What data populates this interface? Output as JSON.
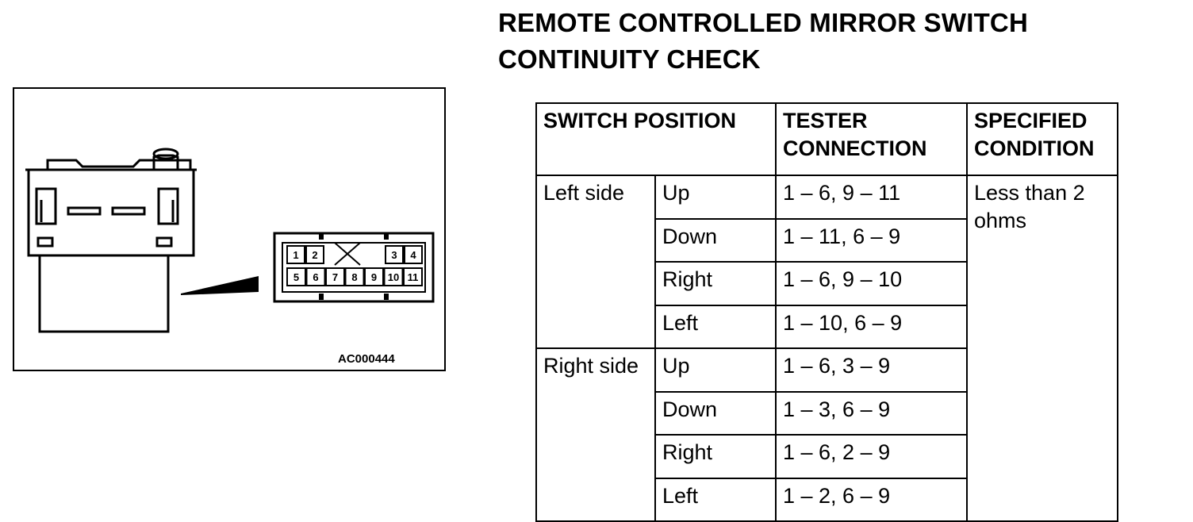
{
  "title": {
    "line1": "REMOTE CONTROLLED MIRROR SWITCH",
    "line2": "CONTINUITY CHECK"
  },
  "figure": {
    "code": "AC000444",
    "pins_top": [
      "1",
      "2",
      "3",
      "4"
    ],
    "pins_bottom": [
      "5",
      "6",
      "7",
      "8",
      "9",
      "10",
      "11"
    ]
  },
  "table": {
    "headers": {
      "switch_position": "SWITCH POSITION",
      "tester_connection": "TESTER CONNECTION",
      "specified_condition": "SPECIFIED CONDITION"
    },
    "groups": [
      {
        "side": "Left side",
        "rows": [
          {
            "position": "Up",
            "connection": "1 – 6, 9 – 11"
          },
          {
            "position": "Down",
            "connection": "1 – 11, 6 – 9"
          },
          {
            "position": "Right",
            "connection": "1 – 6, 9 – 10"
          },
          {
            "position": "Left",
            "connection": "1 – 10, 6 – 9"
          }
        ]
      },
      {
        "side": "Right side",
        "rows": [
          {
            "position": "Up",
            "connection": "1 – 6, 3 – 9"
          },
          {
            "position": "Down",
            "connection": "1 – 3, 6 – 9"
          },
          {
            "position": "Right",
            "connection": "1 – 6, 2 – 9"
          },
          {
            "position": "Left",
            "connection": "1 – 2, 6 – 9"
          }
        ]
      }
    ],
    "condition": "Less than 2 ohms"
  }
}
